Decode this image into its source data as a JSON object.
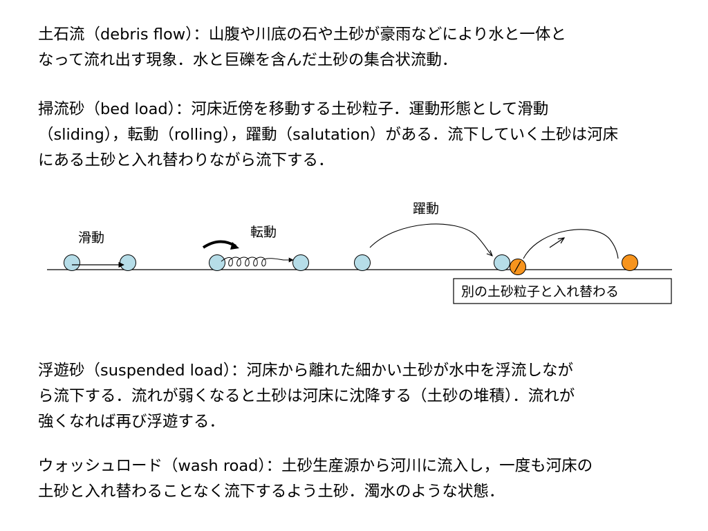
{
  "paragraphs": {
    "debris_flow": [
      "土石流（debris flow）：山腹や川底の石や土砂が豪雨などにより水と一体と",
      "なって流れ出す現象．水と巨礫を含んだ土砂の集合状流動．"
    ],
    "bed_load": [
      "掃流砂（bed load）：河床近傍を移動する土砂粒子．運動形態として滑動",
      "（sliding），転動（rolling），躍動（salutation）がある．流下していく土砂は河床",
      "にある土砂と入れ替わりながら流下する．"
    ],
    "suspended_load": [
      "浮遊砂（suspended load）：河床から離れた細かい土砂が水中を浮流しなが",
      "ら流下する．流れが弱くなると土砂は河床に沈降する（土砂の堆積）．流れが",
      "強くなれば再び浮遊する．"
    ],
    "wash_load": [
      "ウォッシュロード（wash road）：土砂生産源から河川に流入し，一度も河床の",
      "土砂と入れ替わることなく流下するよう土砂．濁水のような状態．"
    ]
  },
  "diagram": {
    "labels": {
      "sliding": "滑動",
      "rolling": "転動",
      "saltation": "躍動",
      "exchange": "別の土砂粒子と入れ替わる"
    },
    "colors": {
      "particle": "#b6dde8",
      "exchanged_particle": "#f7941d",
      "stroke": "#000000"
    }
  }
}
